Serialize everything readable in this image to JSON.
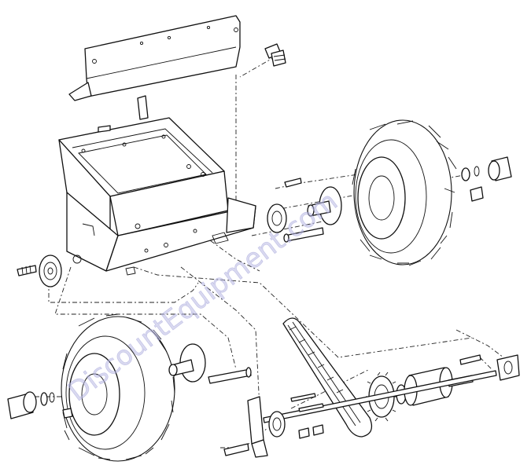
{
  "watermark": {
    "text": "DiscountEquipment.com",
    "color": "#b9b9e4"
  },
  "parts": [
    {
      "id": "top-plate",
      "icon": "bracket-plate-icon"
    },
    {
      "id": "flange-bolt-top",
      "icon": "bolt-icon"
    },
    {
      "id": "frame-housing",
      "icon": "frame-housing-icon"
    },
    {
      "id": "bearing-flange-left",
      "icon": "bearing-icon"
    },
    {
      "id": "bearing-flange-center",
      "icon": "bearing-icon"
    },
    {
      "id": "wheel-right",
      "icon": "tire-icon"
    },
    {
      "id": "wheel-left",
      "icon": "tire-icon"
    },
    {
      "id": "hub-right",
      "icon": "hub-icon"
    },
    {
      "id": "hub-left",
      "icon": "hub-icon"
    },
    {
      "id": "hub-cap-right",
      "icon": "cap-icon"
    },
    {
      "id": "hub-cap-left",
      "icon": "cap-icon"
    },
    {
      "id": "drive-chain",
      "icon": "chain-icon"
    },
    {
      "id": "sprocket",
      "icon": "sprocket-icon"
    },
    {
      "id": "drive-axle",
      "icon": "axle-icon"
    },
    {
      "id": "clutch-drum",
      "icon": "clutch-icon"
    },
    {
      "id": "mount-bracket",
      "icon": "bracket-icon"
    }
  ]
}
